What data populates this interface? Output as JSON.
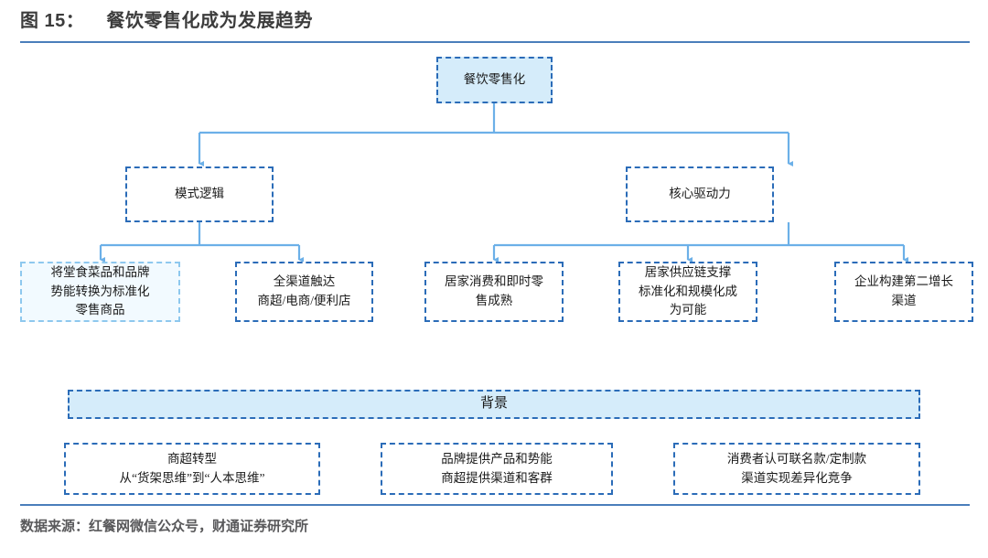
{
  "header": {
    "figure_label": "图 15：",
    "title": "餐饮零售化成为发展趋势",
    "full_title": "图 15：    餐饮零售化成为发展趋势",
    "rule_color": "#4a7ebb"
  },
  "footer": {
    "source_text": "数据来源：红餐网微信公众号，财通证券研究所",
    "rule_color": "#4a7ebb"
  },
  "theme": {
    "fill_blue": "#d5ecfa",
    "border_blue": "#2b6cb8",
    "soft_border_blue": "#8ec8ee",
    "soft_fill": "#f2faff",
    "connector_blue": "#6cb0e8",
    "text_color": "#1a1a1a"
  },
  "diagram": {
    "type": "tree",
    "root": {
      "id": "root",
      "label": "餐饮零售化"
    },
    "level2": [
      {
        "id": "mode-logic",
        "label": "模式逻辑"
      },
      {
        "id": "core-driver",
        "label": "核心驱动力"
      }
    ],
    "level3": [
      {
        "id": "leaf-1",
        "parent": "mode-logic",
        "label": "将堂食菜品和品牌\n势能转换为标准化\n零售商品"
      },
      {
        "id": "leaf-2",
        "parent": "mode-logic",
        "label": "全渠道触达\n商超/电商/便利店"
      },
      {
        "id": "leaf-3",
        "parent": "core-driver",
        "label": "居家消费和即时零\n售成熟"
      },
      {
        "id": "leaf-4",
        "parent": "core-driver",
        "label": "居家供应链支撑\n标准化和规模化成\n为可能"
      },
      {
        "id": "leaf-5",
        "parent": "core-driver",
        "label": "企业构建第二增长\n渠道"
      }
    ],
    "background_banner": {
      "id": "background-banner",
      "label": "背景"
    },
    "background_items": [
      {
        "id": "bg-1",
        "label": "商超转型\n从“货架思维”到“人本思维”"
      },
      {
        "id": "bg-2",
        "label": "品牌提供产品和势能\n商超提供渠道和客群"
      },
      {
        "id": "bg-3",
        "label": "消费者认可联名款/定制款\n渠道实现差异化竞争"
      }
    ]
  }
}
